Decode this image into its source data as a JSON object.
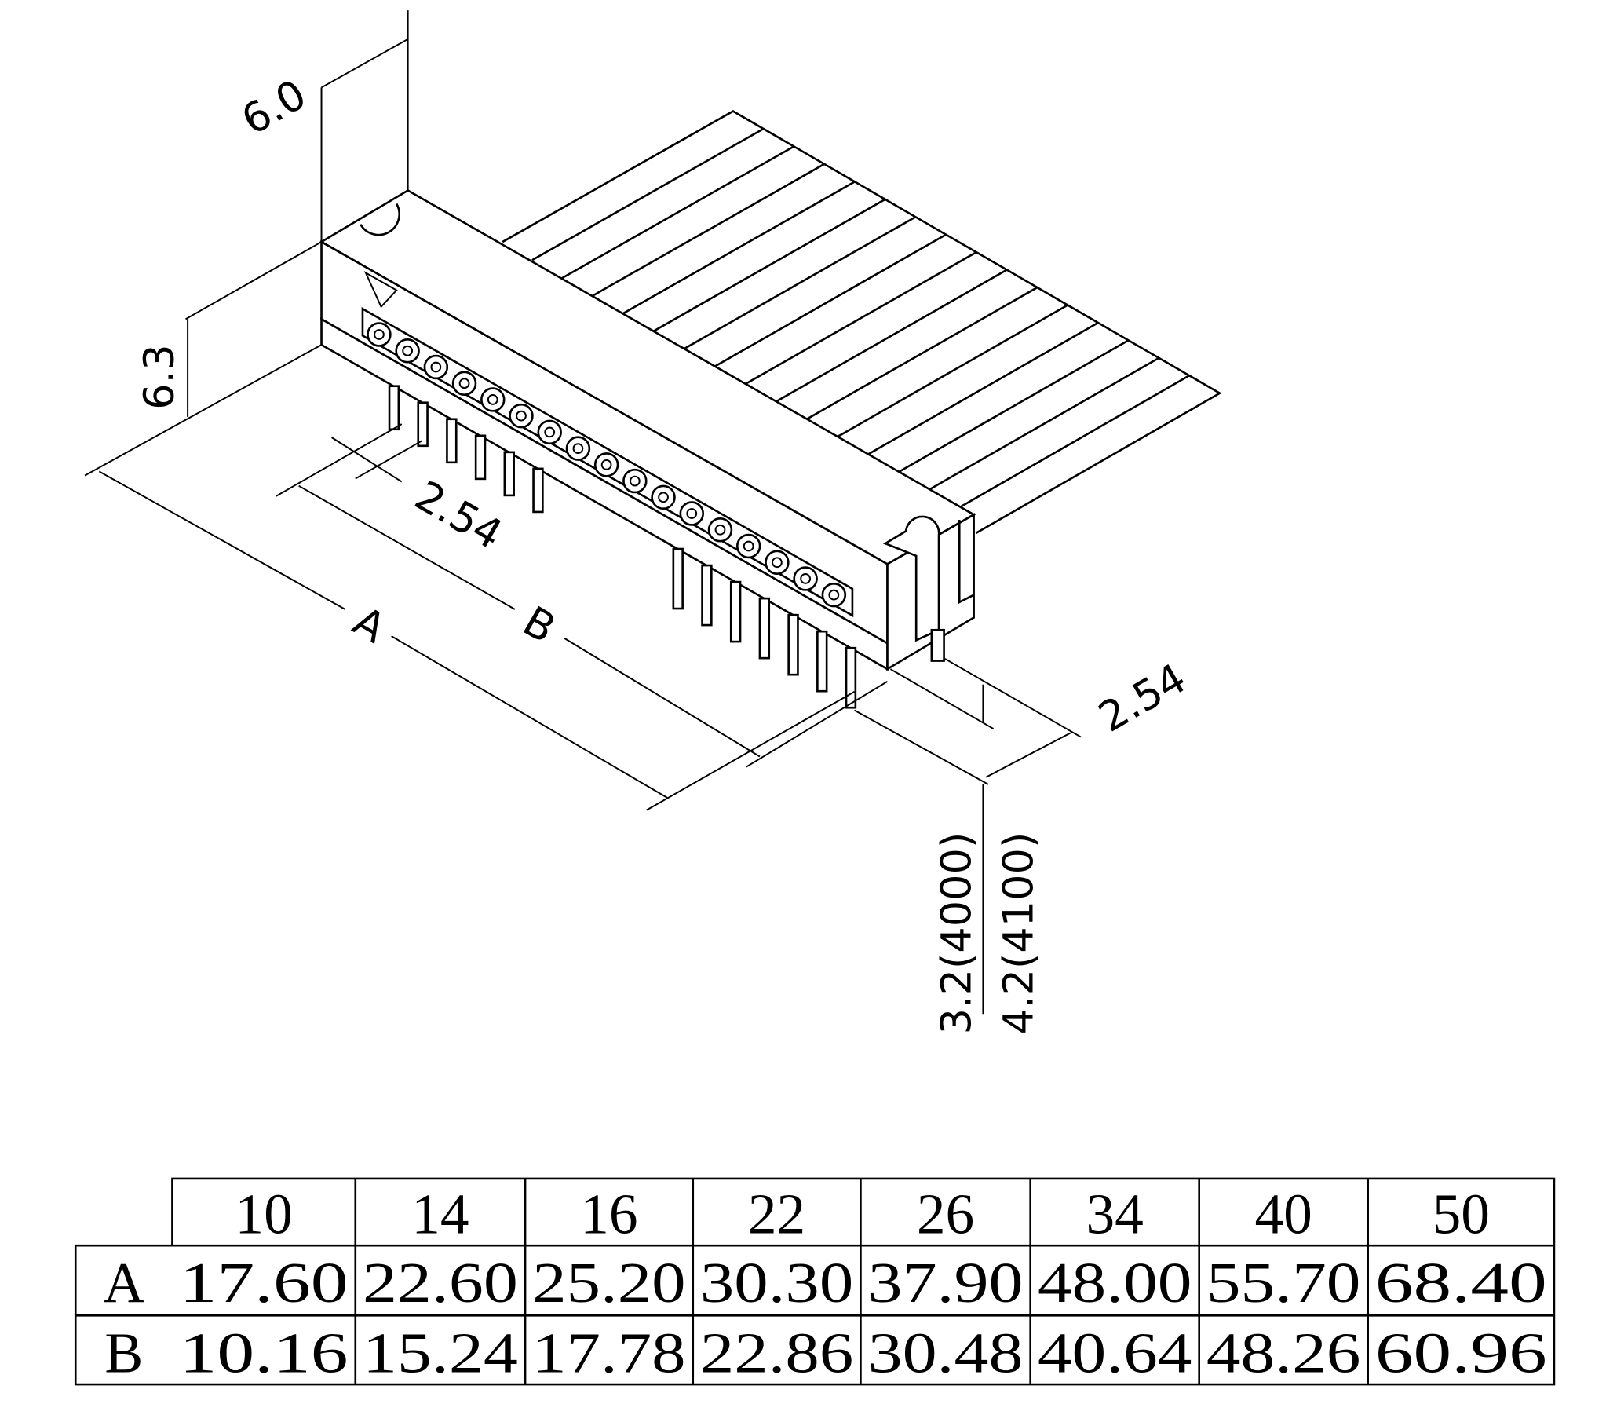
{
  "drawing": {
    "dimensions": {
      "top_depth": "6.0",
      "height": "6.3",
      "pitch_front": "2.54",
      "pitch_side": "2.54",
      "length_a": "A",
      "length_b": "B",
      "pin_len_4000": "3.2(4000)",
      "pin_len_4100": "4.2(4100)"
    },
    "pin_hole_count": 17,
    "ribbon_wire_count": 16
  },
  "table": {
    "header": [
      "10",
      "14",
      "16",
      "22",
      "26",
      "34",
      "40",
      "50"
    ],
    "rows": [
      {
        "label": "A",
        "values": [
          "17.60",
          "22.60",
          "25.20",
          "30.30",
          "37.90",
          "48.00",
          "55.70",
          "68.40"
        ]
      },
      {
        "label": "B",
        "values": [
          "10.16",
          "15.24",
          "17.78",
          "22.86",
          "30.48",
          "40.64",
          "48.26",
          "60.96"
        ]
      }
    ]
  }
}
